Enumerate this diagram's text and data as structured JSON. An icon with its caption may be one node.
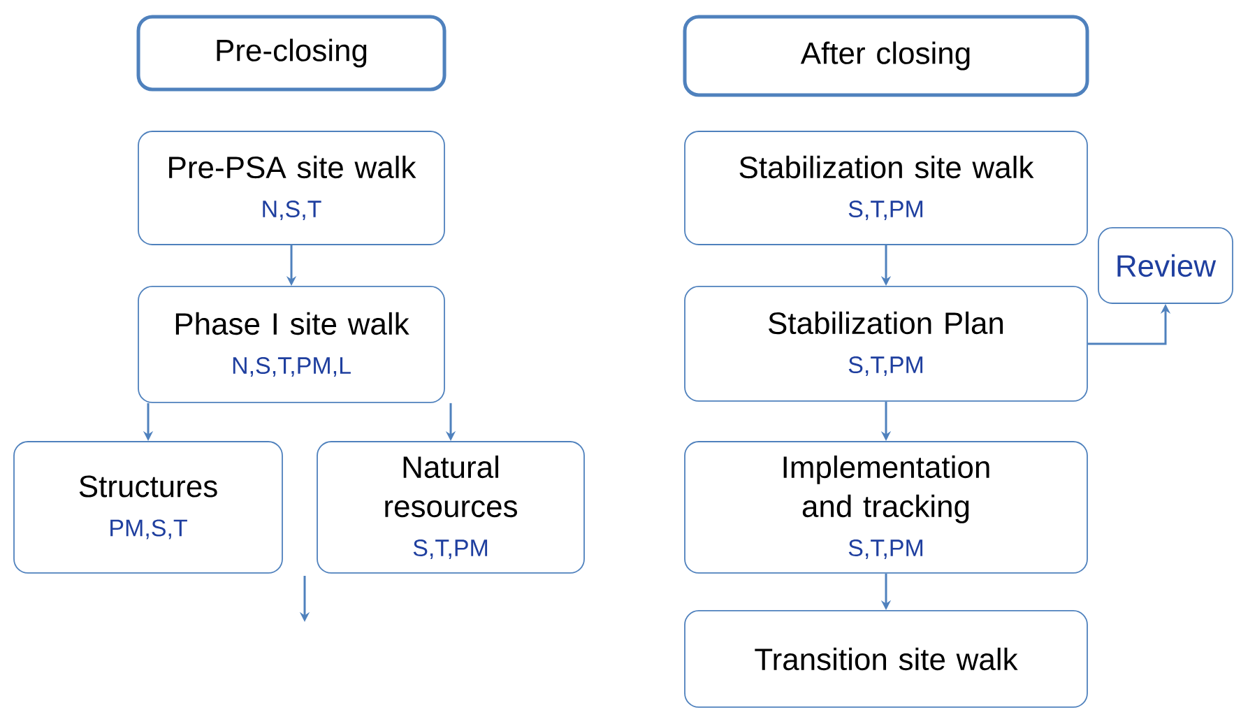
{
  "diagram": {
    "nodes": [
      {
        "text": [
          "Pre-closing"
        ]
      },
      {
        "text": [
          "Pre-PSA site walk",
          "N,S,T"
        ]
      },
      {
        "text": [
          "Phase I site walk",
          "N,S,T,PM,L"
        ]
      },
      {
        "text": [
          "Structures",
          "PM,S,T"
        ]
      },
      {
        "text": [
          "Natural resources",
          "S,T,PM"
        ]
      },
      {
        "text": [
          "After closing"
        ]
      },
      {
        "text": [
          "Stabilization site walk",
          "S,T,PM"
        ]
      },
      {
        "text": [
          "Review"
        ]
      },
      {
        "text": [
          "Stabilization Plan",
          "S,T,PM"
        ]
      },
      {
        "text": [
          "Implementation and tracking",
          "S,T,PM"
        ]
      },
      {
        "text": [
          "Transition site walk"
        ]
      }
    ],
    "edges": [
      {
        "from": 1,
        "to": 2,
        "arrow": "to"
      },
      {
        "from": 2,
        "to": 3,
        "arrow": "to"
      },
      {
        "from": 2,
        "to": 4,
        "arrow": "to"
      },
      {
        "from": 6,
        "to": 8,
        "arrow": "to"
      },
      {
        "from": 8,
        "to": 7,
        "arrow": "to"
      },
      {
        "from": 8,
        "to": 9,
        "arrow": "to"
      },
      {
        "from": 9,
        "to": 10,
        "arrow": "to"
      }
    ]
  }
}
